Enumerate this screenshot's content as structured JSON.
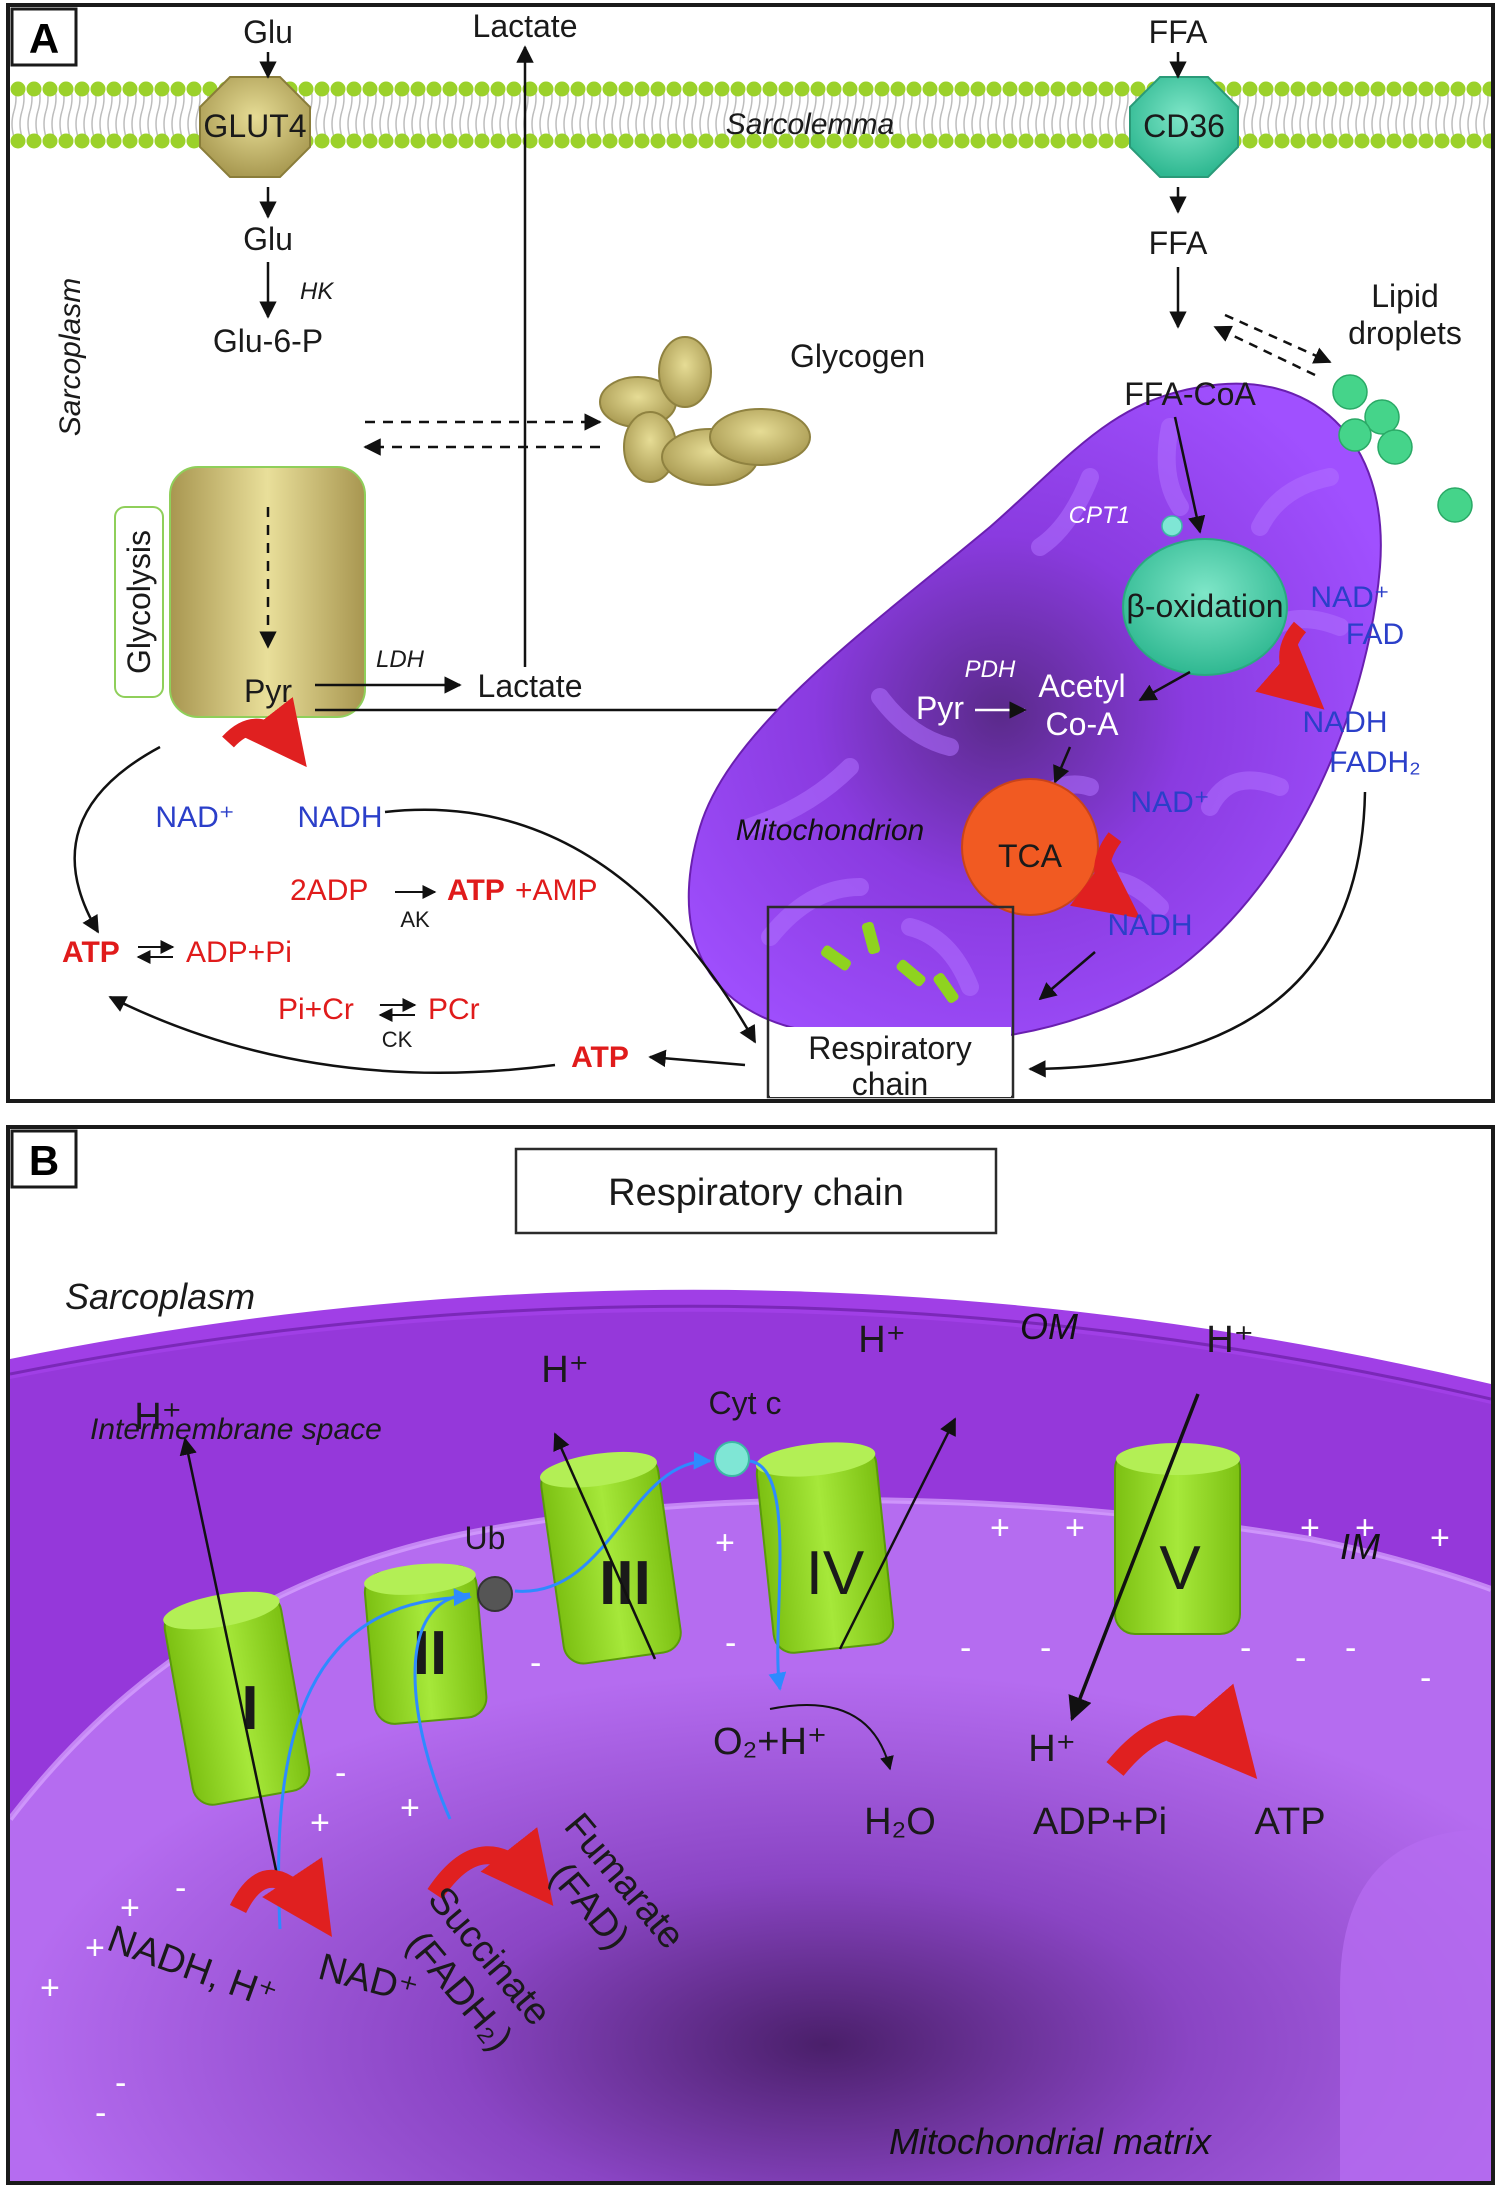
{
  "panel_a": {
    "letter": "A",
    "glu_out": "Glu",
    "lactate_out": "Lactate",
    "ffa_out": "FFA",
    "glut4": "GLUT4",
    "sarcolemma": "Sarcolemma",
    "cd36": "CD36",
    "sarcoplasm": "Sarcoplasm",
    "glu_in": "Glu",
    "hk": "HK",
    "glu6p": "Glu-6-P",
    "glycogen": "Glycogen",
    "glycolysis": "Glycolysis",
    "pyr": "Pyr",
    "ldh": "LDH",
    "lactate_in": "Lactate",
    "nad_plus": "NAD⁺",
    "nadh": "NADH",
    "ffa_in": "FFA",
    "lipid_droplets_1": "Lipid",
    "lipid_droplets_2": "droplets",
    "ffa_coa": "FFA-CoA",
    "cpt1": "CPT1",
    "beta_oxidation": "β-oxidation",
    "nad_fad_1": "NAD⁺",
    "nad_fad_2": "FAD",
    "nadh_fadh_1": "NADH",
    "nadh_fadh_2": "FADH₂",
    "pdh": "PDH",
    "pyr_mito": "Pyr",
    "acetyl_1": "Acetyl",
    "acetyl_2": "Co-A",
    "mitochondrion": "Mitochondrion",
    "tca": "TCA",
    "tca_nad": "NAD⁺",
    "tca_nadh": "NADH",
    "adp2": "2ADP",
    "atp_amp_atp": "ATP",
    "atp_amp_rest": "+AMP",
    "ak": "AK",
    "atp_left": "ATP",
    "adp_pi": "ADP+Pi",
    "pi_cr": "Pi+Cr",
    "pcr": "PCr",
    "ck": "CK",
    "atp_bottom": "ATP",
    "resp_chain_1": "Respiratory",
    "resp_chain_2": "chain"
  },
  "panel_b": {
    "letter": "B",
    "title": "Respiratory chain",
    "sarcoplasm": "Sarcoplasm",
    "om": "OM",
    "intermembrane": "Intermembrane space",
    "im": "IM",
    "matrix": "Mitochondrial matrix",
    "complexes": [
      "I",
      "II",
      "III",
      "IV",
      "V"
    ],
    "h_plus": "H⁺",
    "ub": "Ub",
    "cyt_c": "Cyt c",
    "o2_h": "O₂+H⁺",
    "h2o": "H₂O",
    "adp_pi": "ADP+Pi",
    "atp": "ATP",
    "nadh_h": "NADH, H⁺",
    "nad_plus": "NAD⁺",
    "succinate_1": "Succinate",
    "succinate_2": "(FADH₂)",
    "fumarate_1": "Fumarate",
    "fumarate_2": "(FAD)",
    "plus": "+",
    "minus": "-"
  },
  "colors": {
    "membrane_green": "#9bd12a",
    "complex_green": "#8fd31f",
    "transporter_olive": "#c9bd72",
    "cd36_teal": "#3dc9a0",
    "mito_purple": "#8a2be2",
    "tca_orange": "#f15a22",
    "nad_blue": "#2b3fc9",
    "atp_red": "#e01b1b",
    "cycle_arrow_red": "#e02020"
  }
}
